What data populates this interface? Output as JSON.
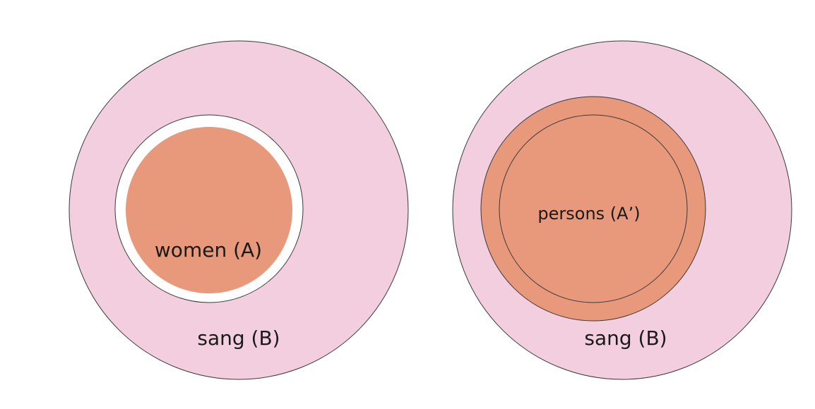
{
  "colors": {
    "outer_fill": "#f2cede",
    "inner_fill": "#e8997b",
    "gap_fill": "#ffffff",
    "stroke": "#3a3a3a",
    "text": "#1a1a1a"
  },
  "left_diagram": {
    "inner_label": "women (A)",
    "outer_label": "sang (B)"
  },
  "right_diagram": {
    "inner_label": "persons (A’)",
    "outer_label": "sang (B)"
  }
}
